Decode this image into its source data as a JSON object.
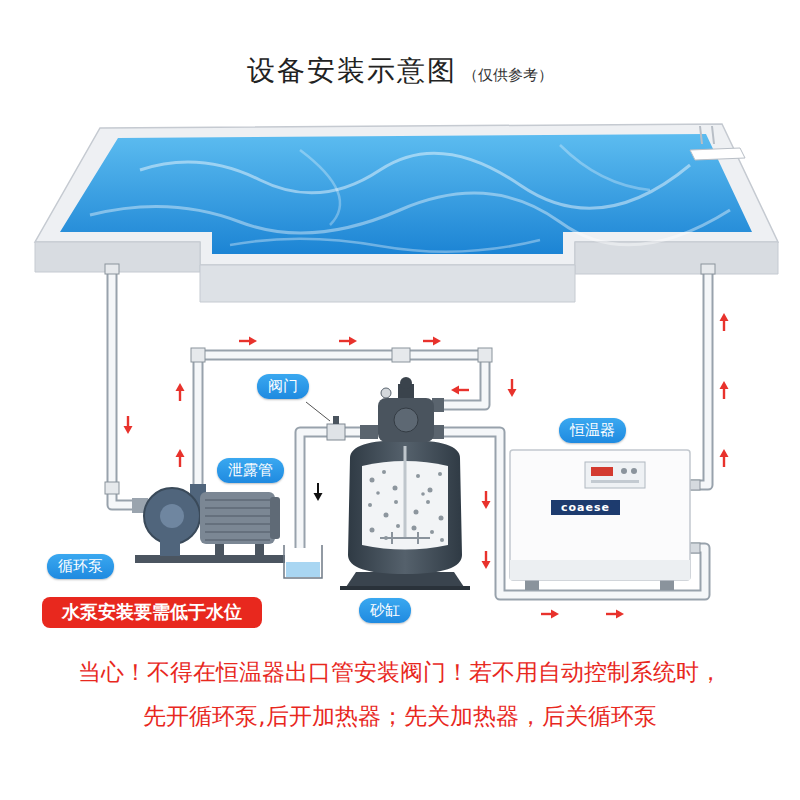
{
  "diagram": {
    "title": "设备安装示意图",
    "caption": "当心！不得在恒温器出口管安装阀门！若不用自动控制系统时， 先开循环泵,后开加热器；先关加热器，后关循环泵",
    "nodes": [
      {
        "text": [
          "阀门"
        ]
      },
      {
        "text": [
          "恒温器"
        ]
      },
      {
        "text": [
          "泄露管"
        ]
      },
      {
        "text": [
          "循环泵"
        ]
      },
      {
        "text": [
          "水泵安装要需低于水位"
        ]
      },
      {
        "text": [
          "砂缸"
        ]
      }
    ],
    "labels": [
      "（仅供参考）",
      "coaese"
    ]
  }
}
